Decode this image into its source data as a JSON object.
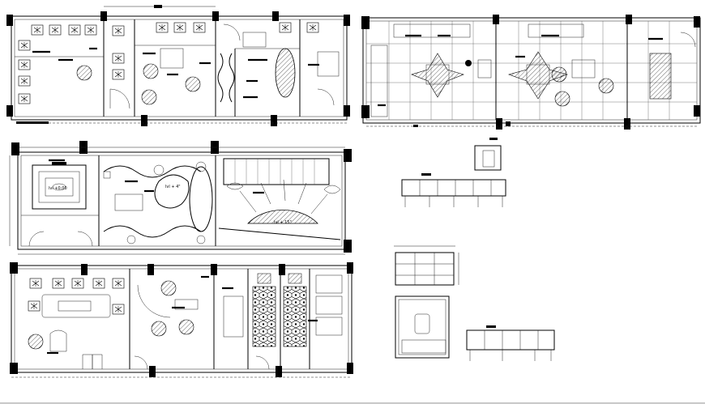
{
  "annotations": {
    "room_a": "lvl +0.00",
    "room_b": "lvl + 4\"",
    "room_c": "lvl + 15\""
  }
}
